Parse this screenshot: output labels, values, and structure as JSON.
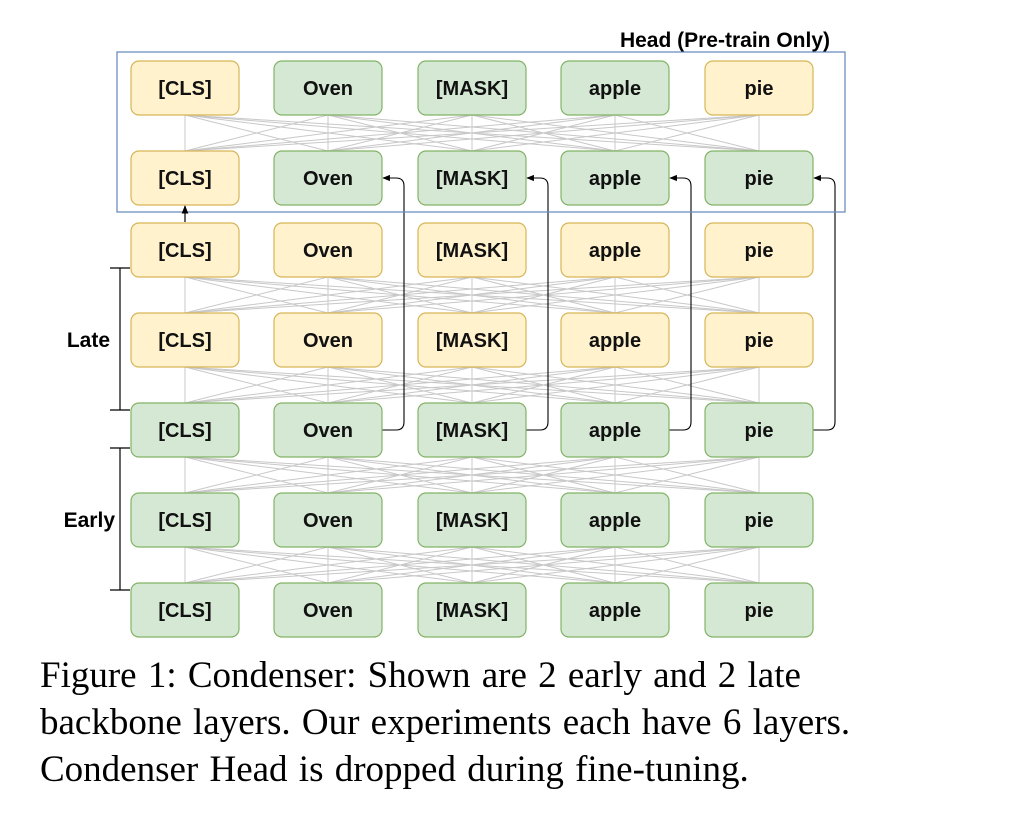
{
  "head": {
    "title": "Head (Pre-train Only)"
  },
  "labels": {
    "late": "Late",
    "early": "Early"
  },
  "tokens": [
    "[CLS]",
    "Oven",
    "[MASK]",
    "apple",
    "pie"
  ],
  "layers": [
    {
      "id": "head-top",
      "colors": [
        "yellow",
        "green",
        "green",
        "green",
        "yellow"
      ]
    },
    {
      "id": "head-bottom",
      "colors": [
        "yellow",
        "green",
        "green",
        "green",
        "green"
      ]
    },
    {
      "id": "late-output",
      "colors": [
        "yellow",
        "yellow",
        "yellow",
        "yellow",
        "yellow"
      ]
    },
    {
      "id": "late-middle",
      "colors": [
        "yellow",
        "yellow",
        "yellow",
        "yellow",
        "yellow"
      ]
    },
    {
      "id": "early-output",
      "colors": [
        "green",
        "green",
        "green",
        "green",
        "green"
      ]
    },
    {
      "id": "early-middle",
      "colors": [
        "green",
        "green",
        "green",
        "green",
        "green"
      ]
    },
    {
      "id": "input",
      "colors": [
        "green",
        "green",
        "green",
        "green",
        "green"
      ]
    }
  ],
  "palette": {
    "yellow_fill": "#fff2cc",
    "yellow_stroke": "#d6b656",
    "green_fill": "#d5e8d4",
    "green_stroke": "#82b366",
    "head_box": "#6c8ebf",
    "connection": "#c8c8c8"
  },
  "caption": {
    "lines": [
      "Figure 1:  Condenser:  Shown are 2 early and 2 late",
      "backbone layers.  Our experiments each have 6 layers.",
      "Condenser Head is dropped during fine-tuning."
    ]
  }
}
